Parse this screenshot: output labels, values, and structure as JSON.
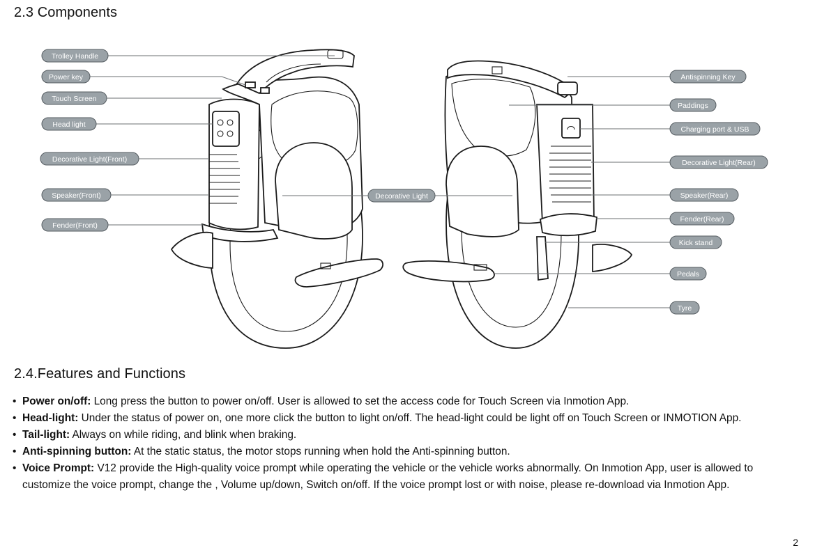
{
  "sections": {
    "components_title": "2.3 Components",
    "features_title": "2.4.Features and Functions"
  },
  "labels": {
    "trolley_handle": "Trolley Handle",
    "power_key": "Power key",
    "touch_screen": "Touch Screen",
    "head_light": "Head light",
    "decorative_light_front": "Decorative Light(Front)",
    "speaker_front": "Speaker(Front)",
    "fender_front": "Fender(Front)",
    "decorative_light": "Decorative Light",
    "antispinning_key": "Antispinning Key",
    "paddings": "Paddings",
    "charging_port": "Charging port & USB",
    "decorative_light_rear": "Decorative Light(Rear)",
    "speaker_rear": "Speaker(Rear)",
    "fender_rear": "Fender(Rear)",
    "kick_stand": "Kick stand",
    "pedals": "Pedals",
    "tyre": "Tyre"
  },
  "features": [
    {
      "term": "Power on/off:",
      "text": " Long press the button to power on/off. User is allowed to set the access code for Touch Screen via Inmotion App."
    },
    {
      "term": "Head-light:",
      "text": " Under the status of power on, one more click the button to light on/off. The head-light could be light off on Touch Screen or INMOTION App."
    },
    {
      "term": "Tail-light:",
      "text": " Always on while riding, and blink when braking."
    },
    {
      "term": "Anti-spinning button:",
      "text": " At the static status, the motor stops running when hold the Anti-spinning button."
    },
    {
      "term": "Voice Prompt:",
      "text": " V12 provide the High-quality voice prompt while operating the vehicle or the vehicle works abnormally. On Inmotion App, user is allowed to customize the voice prompt, change the , Volume up/down, Switch on/off. If the voice prompt lost or with noise, please re-download via Inmotion App."
    }
  ],
  "bullet": "•",
  "page_number": "2"
}
